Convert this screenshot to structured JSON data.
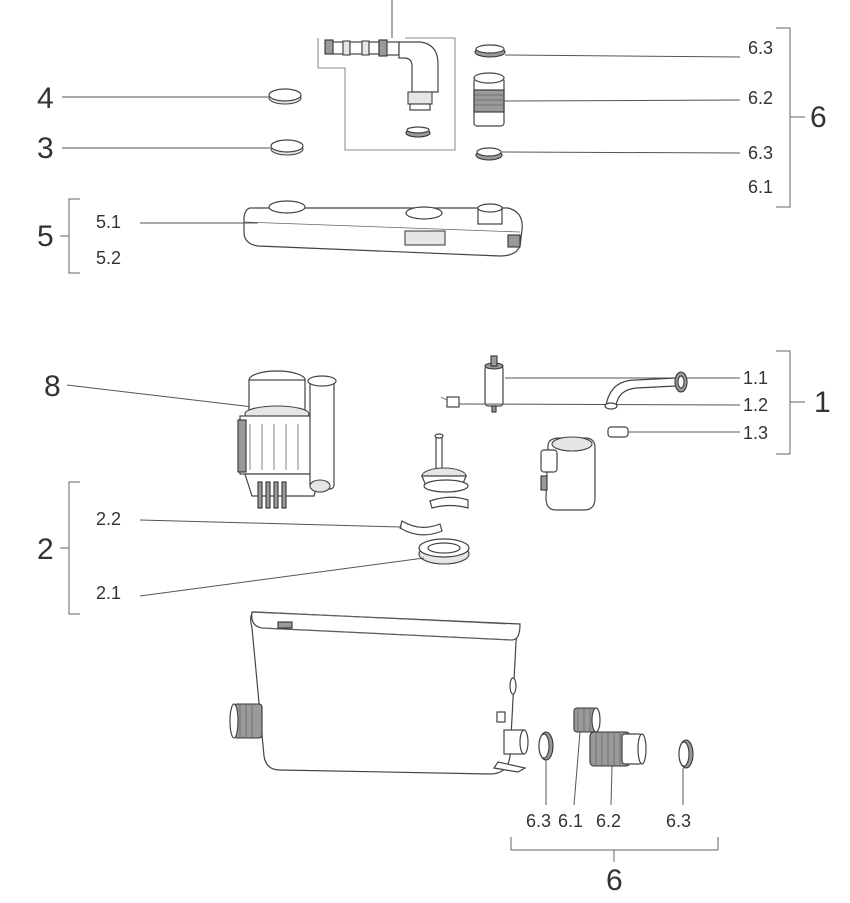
{
  "labels": {
    "g4": "4",
    "g3": "3",
    "g5": "5",
    "l51": "5.1",
    "l52": "5.2",
    "g6top": "6",
    "l63a": "6.3",
    "l62a": "6.2",
    "l63b": "6.3",
    "l61a": "6.1",
    "g8": "8",
    "g1": "1",
    "l11": "1.1",
    "l12": "1.2",
    "l13": "1.3",
    "g2": "2",
    "l22": "2.2",
    "l21": "2.1",
    "l63c": "6.3",
    "l61b": "6.1",
    "l62b": "6.2",
    "l63d": "6.3",
    "g6bot": "6"
  }
}
